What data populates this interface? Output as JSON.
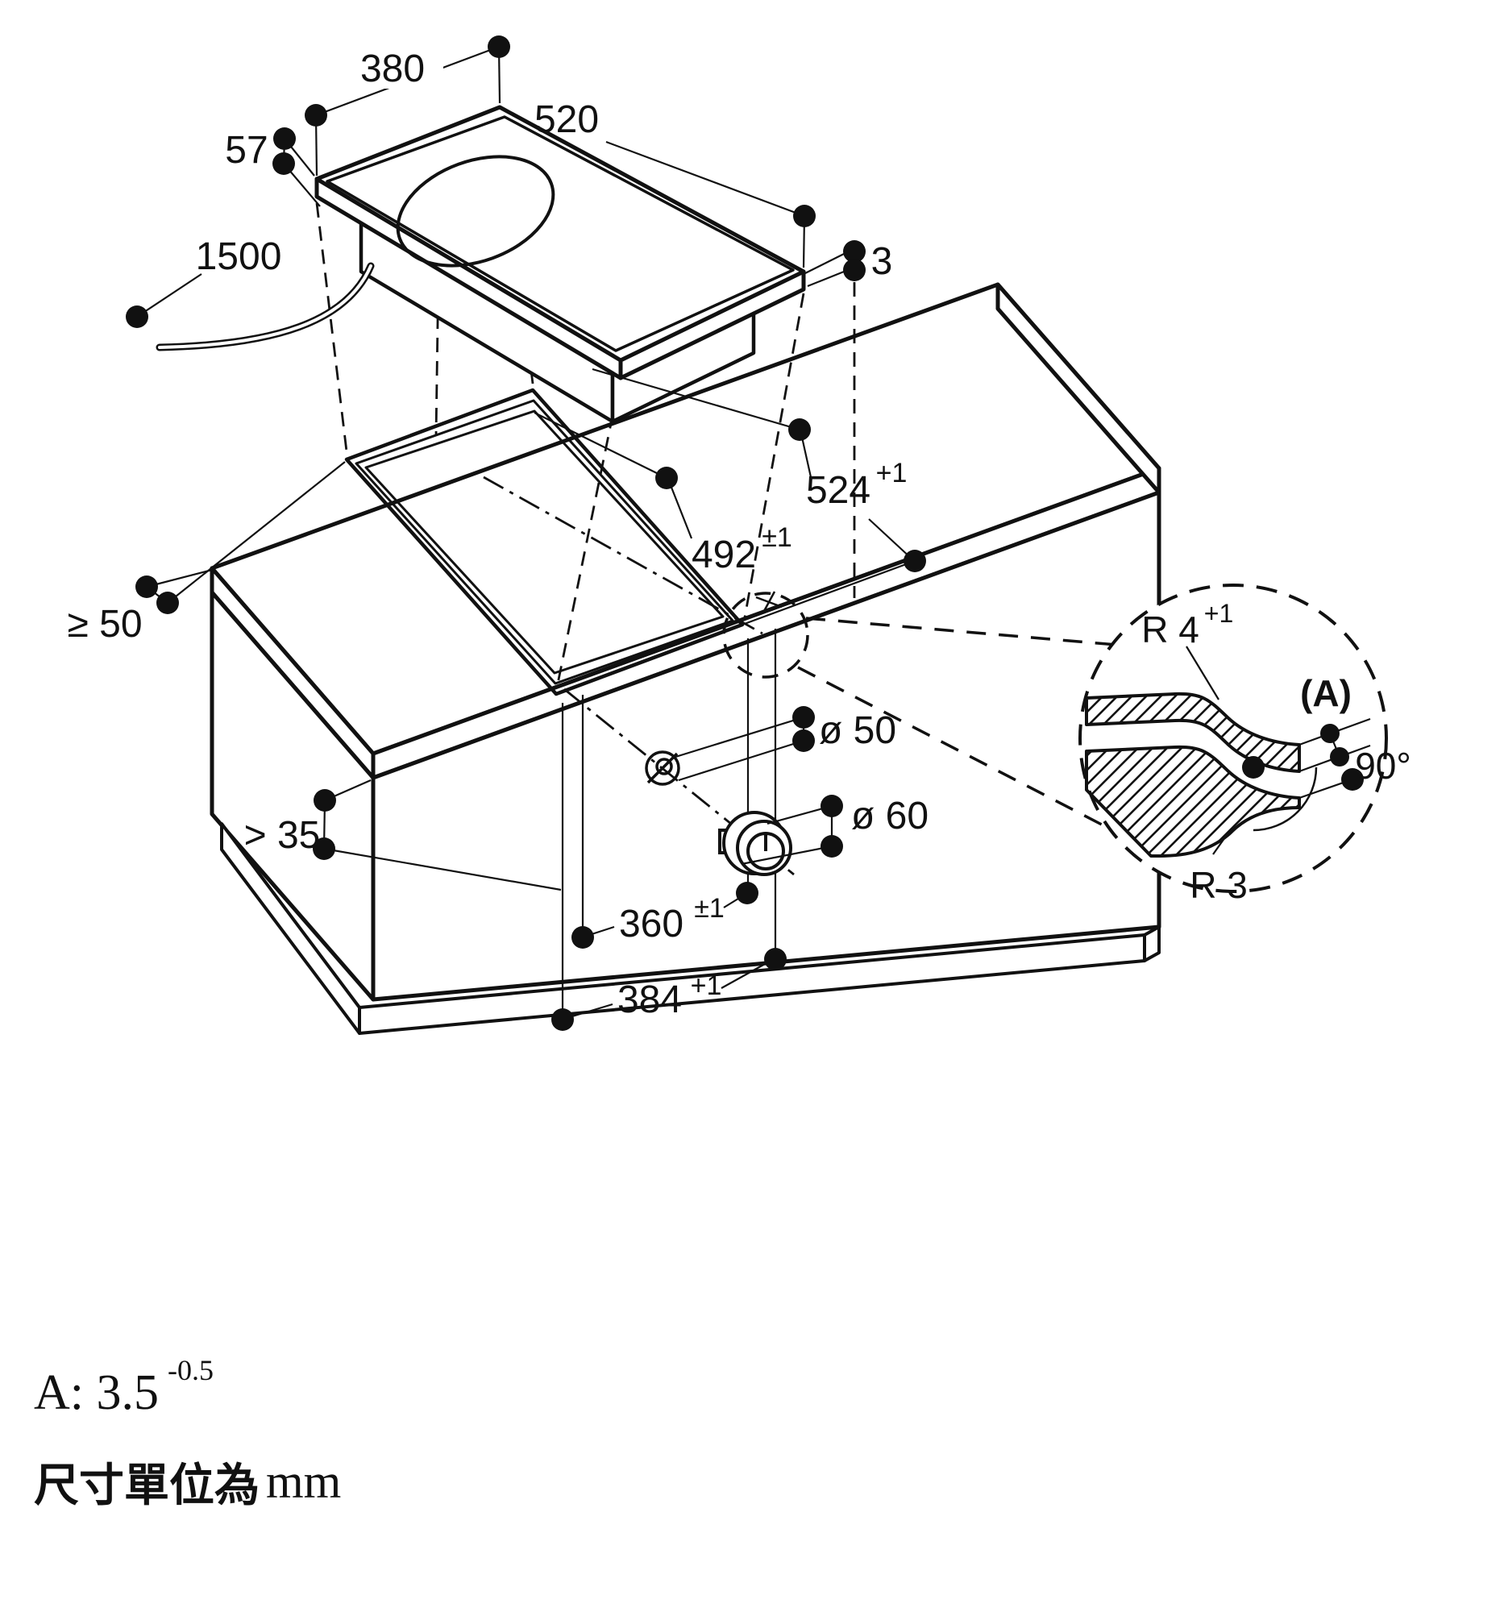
{
  "diagram": {
    "type": "appliance-installation-drawing",
    "hob": {
      "width": "380",
      "depth": "520",
      "height": "57",
      "cable_length": "1500",
      "glass_thickness": "3"
    },
    "worktop": {
      "cutout_width": "524",
      "cutout_width_tol": "+1",
      "cutout_depth": "492",
      "cutout_depth_tol": "±1",
      "rear_clearance": "≥ 50",
      "front_clearance": "> 35"
    },
    "front_panel": {
      "cable_hole_dia": "ø 50",
      "knob_hole_dia": "ø 60",
      "knob_offset_inner": "360",
      "knob_offset_inner_tol": "±1",
      "knob_offset_outer": "384",
      "knob_offset_outer_tol": "+1"
    },
    "detail": {
      "radius_top": "R 4",
      "radius_top_tol": "+1",
      "recess_ref": "(A)",
      "angle": "90°",
      "radius_bottom": "R 3"
    },
    "notes": {
      "a_value": "A: 3.5",
      "a_tol": "-0.5",
      "unit_prefix": "尺寸單位為",
      "unit": "mm"
    }
  }
}
